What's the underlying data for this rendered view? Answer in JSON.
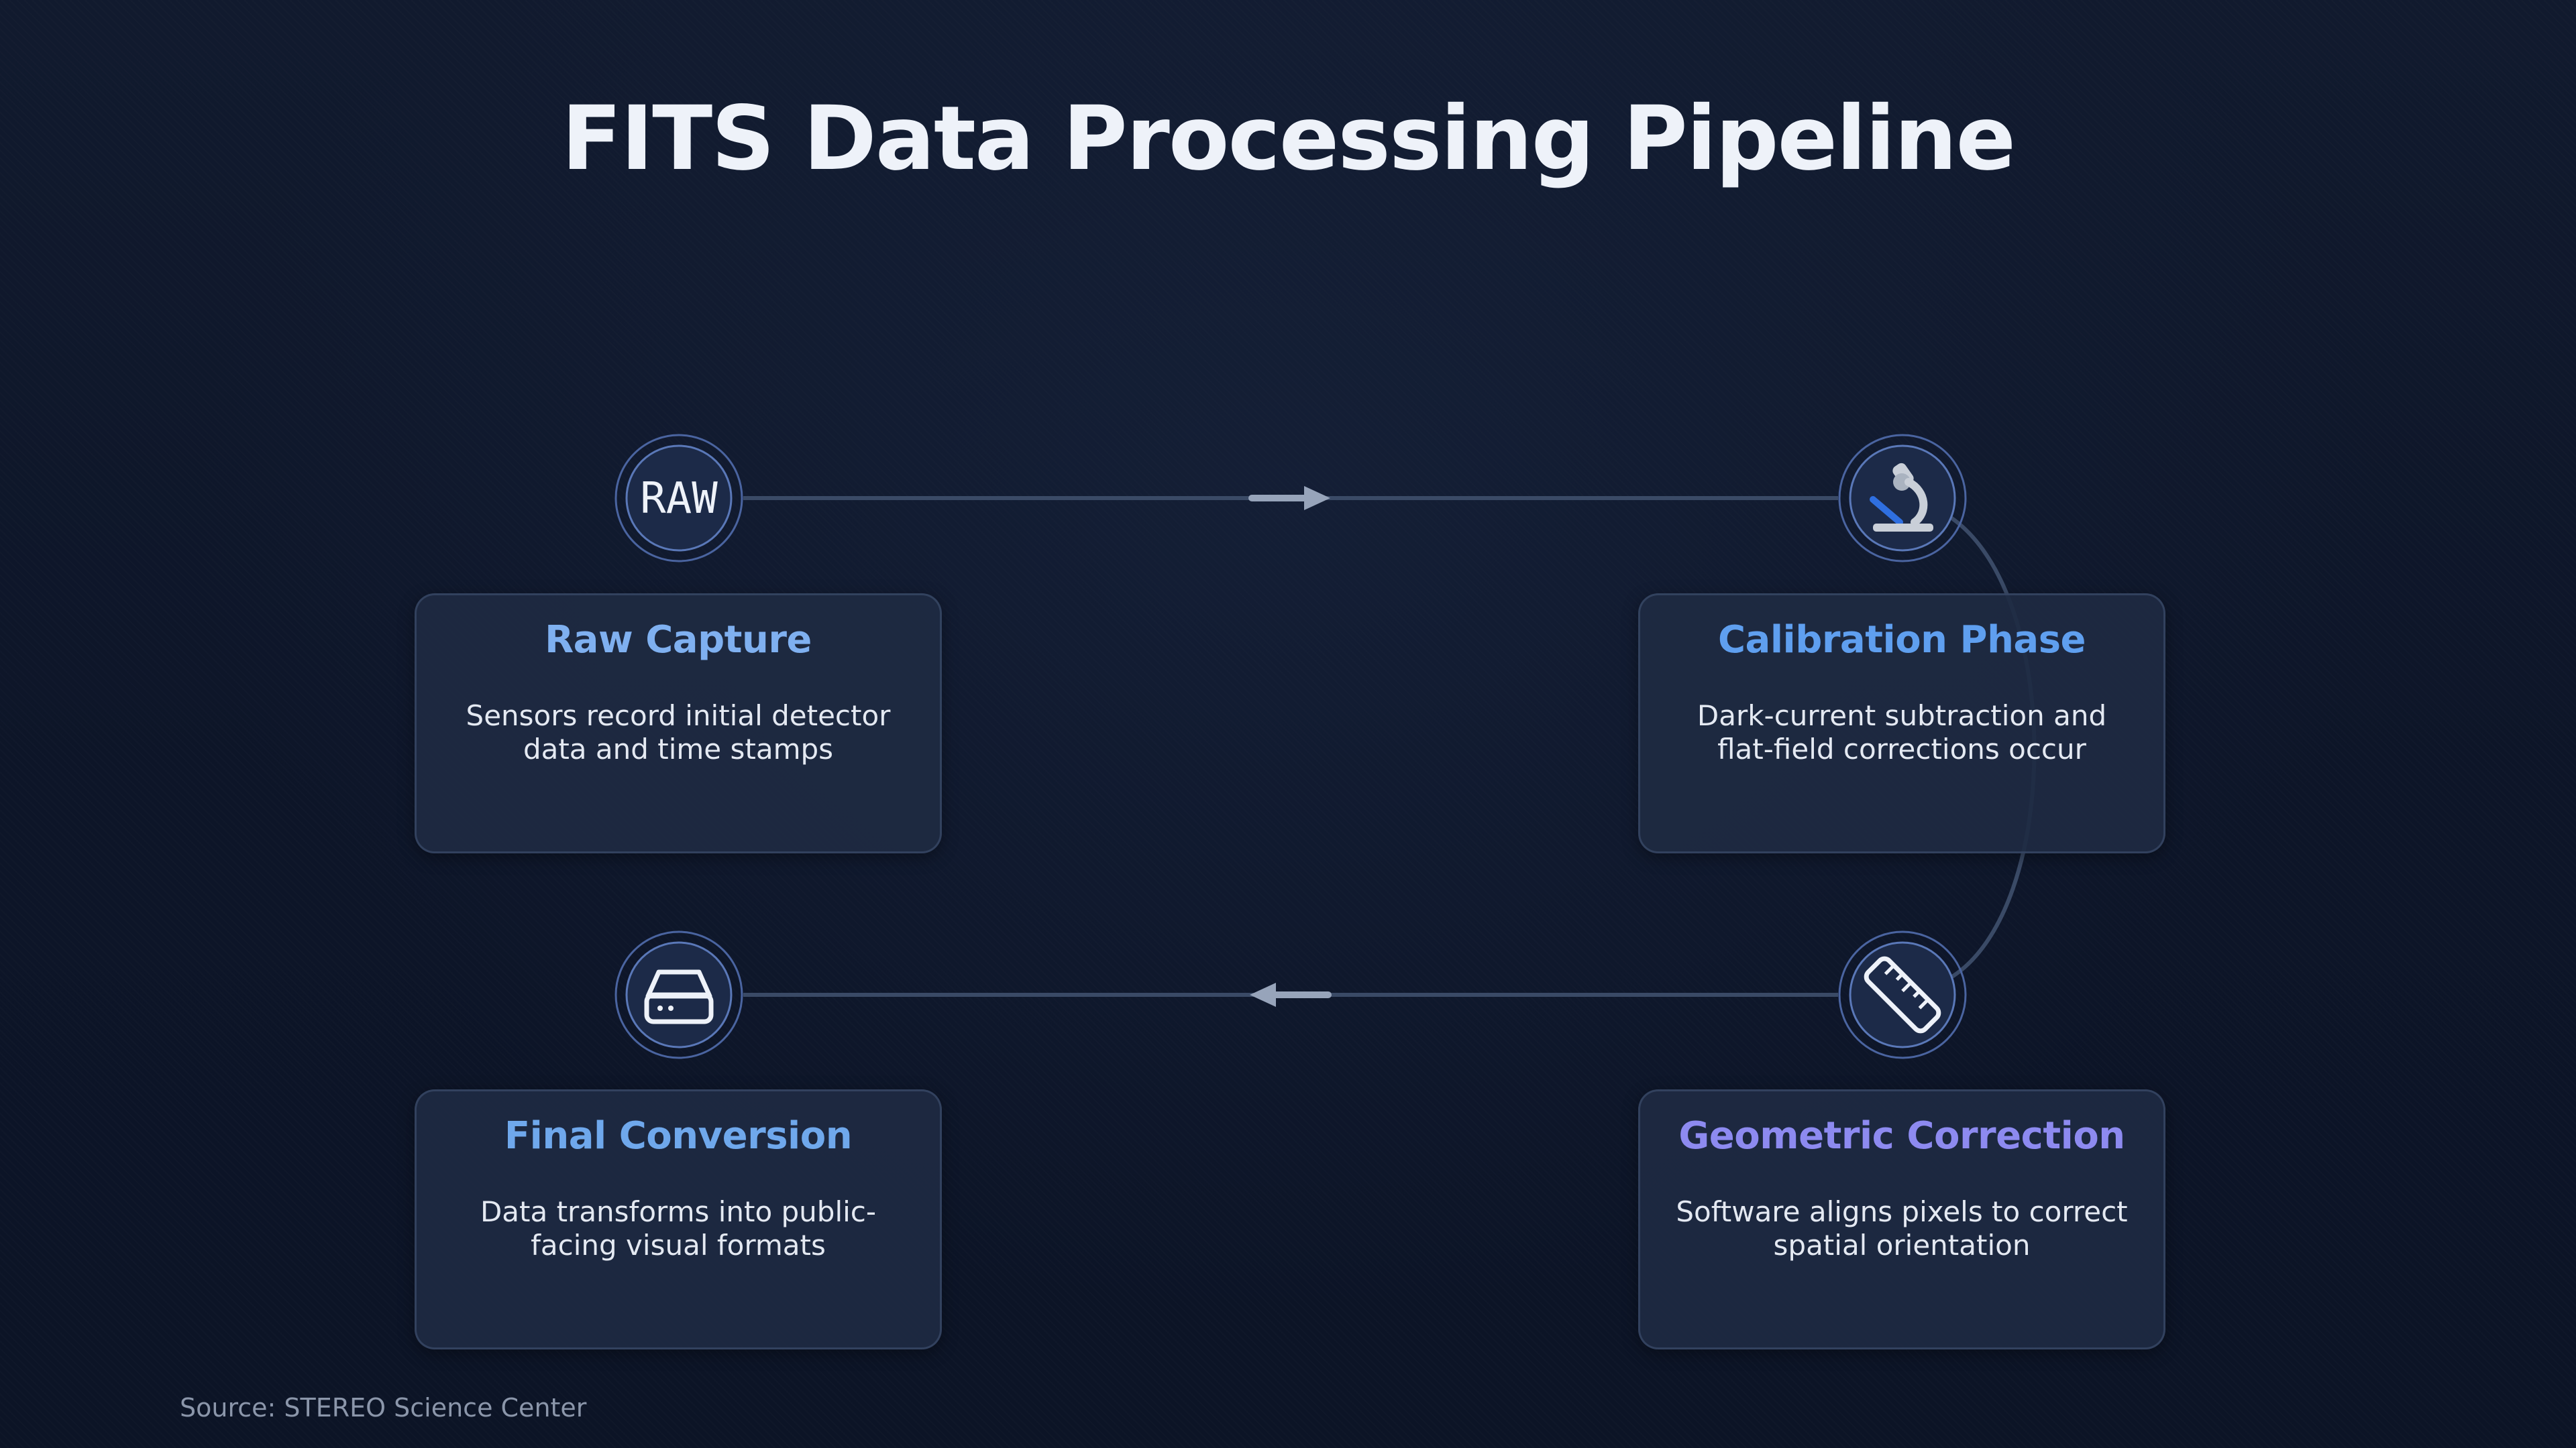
{
  "title": "FITS Data Processing Pipeline",
  "stages": [
    {
      "title": "Raw Capture",
      "description": "Sensors record initial detector data and time stamps",
      "icon": "raw-icon",
      "icon_text": "RAW",
      "color": "#7fb0f0"
    },
    {
      "title": "Calibration Phase",
      "description": "Dark-current subtraction and flat-field corrections occur",
      "icon": "microscope-icon",
      "color": "#5f9fef"
    },
    {
      "title": "Geometric Correction",
      "description": "Software aligns pixels to correct spatial orientation",
      "icon": "ruler-icon",
      "color": "#8d8af0"
    },
    {
      "title": "Final Conversion",
      "description": "Data transforms into public-facing visual formats",
      "icon": "hard-drive-icon",
      "color": "#6fa8ec"
    }
  ],
  "source": "Source: STEREO Science Center"
}
